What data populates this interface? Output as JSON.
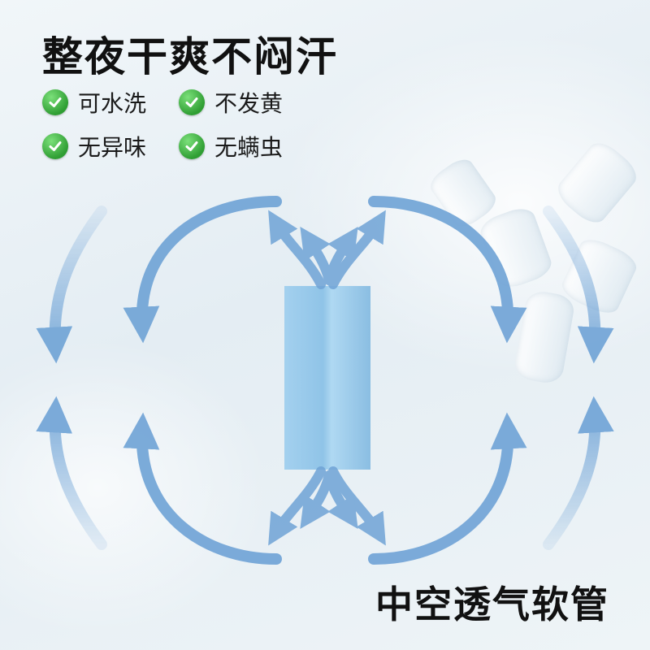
{
  "headline": "整夜干爽不闷汗",
  "features": [
    {
      "label": "可水洗",
      "icon": "check-circle-icon"
    },
    {
      "label": "不发黄",
      "icon": "check-circle-icon"
    },
    {
      "label": "无异味",
      "icon": "check-circle-icon"
    },
    {
      "label": "无螨虫",
      "icon": "check-circle-icon"
    }
  ],
  "caption": "中空透气软管",
  "colors": {
    "arrow": "#6fa3d6",
    "tube": "#8fc6ea",
    "check": "#3aa63d"
  }
}
